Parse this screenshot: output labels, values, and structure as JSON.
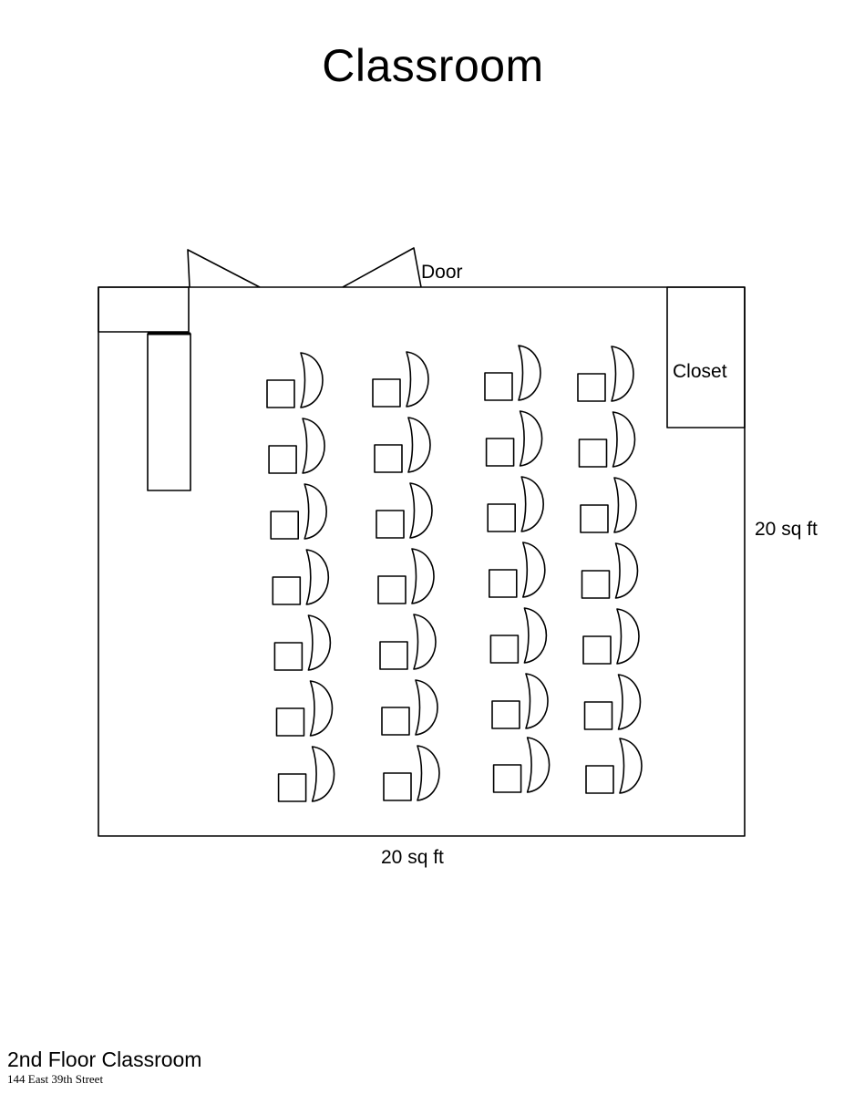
{
  "title": "Classroom",
  "labels": {
    "door": "Door",
    "closet": "Closet",
    "side_dimension": "20 sq ft",
    "bottom_dimension": "20 sq ft"
  },
  "footer": {
    "floor_name": "2nd Floor Classroom",
    "address": "144 East 39th Street"
  },
  "seating": {
    "columns": 4,
    "rows": 7,
    "seat_type": "desk-chair"
  }
}
